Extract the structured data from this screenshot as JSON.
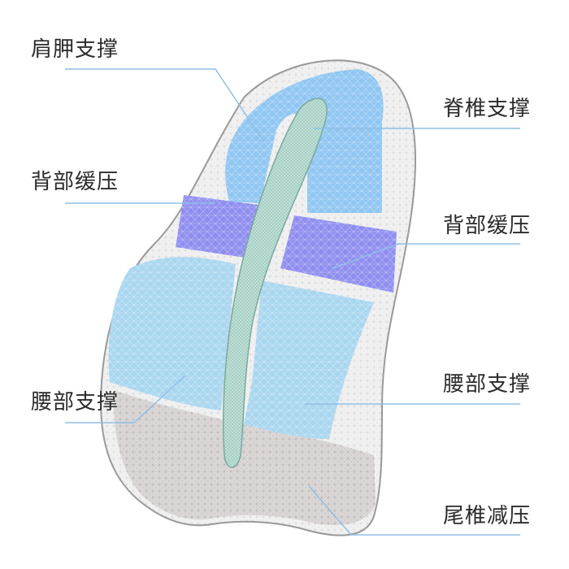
{
  "labels": {
    "shoulder_support": "肩胛支撑",
    "spine_support": "脊椎支撑",
    "back_relief_left": "背部缓压",
    "back_relief_right": "背部缓压",
    "waist_support_left": "腰部支撑",
    "waist_support_right": "腰部支撑",
    "tailbone_relief": "尾椎减压"
  },
  "colors": {
    "shoulder_zone": "#8fc6f2",
    "back_relief_zone": "#8f8ef0",
    "waist_zone": "#a9d6ef",
    "tail_zone": "#ddd8d8",
    "spine_channel": "#bfe0d6",
    "leader_line": "#8fbfe6",
    "outline": "#9a9a9a"
  }
}
